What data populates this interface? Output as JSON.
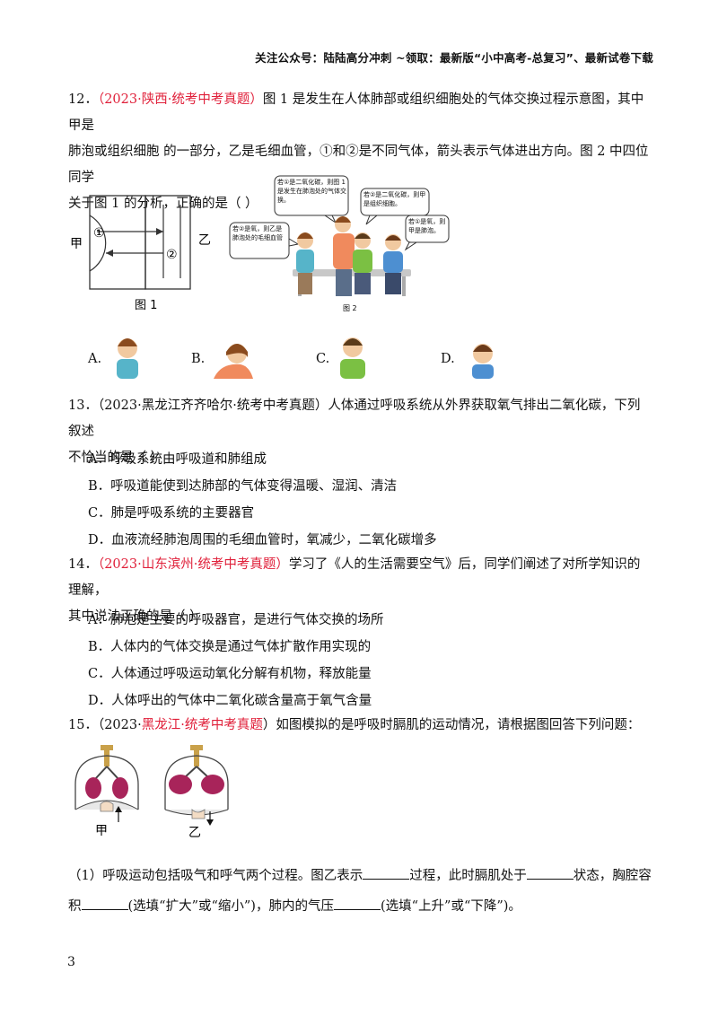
{
  "header": {
    "text": "关注公众号：陆陆高分冲刺  ~领取：最新版“小中高考-总复习”、最新试卷下载"
  },
  "q12": {
    "num": "12．",
    "source": "（2023·陕西·统考中考真题）",
    "line1": "图 1 是发生在人体肺部或组织细胞处的气体交换过程示意图，其中甲是",
    "line2": "肺泡或组织细胞  的一部分，乙是毛细血管，①和②是不同气体，箭头表示气体进出方向。图 2 中四位同学",
    "line3": "关于图 1  的分析，正确的是（      ）",
    "fig1": {
      "left_label": "甲",
      "right_label": "乙",
      "gas1": "①",
      "gas2": "②",
      "caption": "图 1"
    },
    "fig2": {
      "bubble_top": "若①是二氧化碳，则图 1 是发生在肺泡处的气体交换。",
      "bubble_topright": "若②是二氧化碳，则甲是组织细胞。",
      "bubble_left": "若②是氧，则乙是肺泡处的毛细血管",
      "bubble_right": "若①是氧，则甲是肺泡。",
      "caption": "图 2"
    },
    "options": [
      "A.",
      "B.",
      "C.",
      "D."
    ]
  },
  "q13": {
    "num": "13．",
    "source": "（2023·黑龙江齐齐哈尔·统考中考真题）",
    "line1": "人体通过呼吸系统从外界获取氧气排出二氧化碳，下列叙述",
    "line2": "不恰当的是（      ）",
    "options": [
      "A．呼吸系统由呼吸道和肺组成",
      "B．呼吸道能使到达肺部的气体变得温暖、湿润、清洁",
      "C．肺是呼吸系统的主要器官",
      "D．血液流经肺泡周围的毛细血管时，氧减少，二氧化碳增多"
    ]
  },
  "q14": {
    "num": "14．",
    "source": "（2023·山东滨州·统考中考真题）",
    "line1": "学习了《人的生活需要空气》后，同学们阐述了对所学知识的理解，",
    "line2": "其中说法正确的是（      ）",
    "options": [
      "A．肺泡是主要的呼吸器官，是进行气体交换的场所",
      "B．人体内的气体交换是通过气体扩散作用实现的",
      "C．人体通过呼吸运动氧化分解有机物，释放能量",
      "D．人体呼出的气体中二氧化碳含量高于氧气含量"
    ]
  },
  "q15": {
    "num": "15．",
    "source_prefix": "（2023·",
    "source_red": "黑龙江·统考中考真题",
    "source_suffix": "）",
    "line1": "如图模拟的是呼吸时膈肌的运动情况，请根据图回答下列问题：",
    "fig_labels": {
      "jia": "甲",
      "yi": "乙"
    },
    "sub1": {
      "a": "（1）呼吸运动包括吸气和呼气两个过程。图乙表示",
      "b": "过程，此时膈肌处于",
      "c": "状态，胸腔容",
      "d": "积",
      "e": "(选填“扩大”或“缩小”)，肺内的气压",
      "f": "(选填“上升”或“下降”)。"
    }
  },
  "page": {
    "number": "3"
  }
}
